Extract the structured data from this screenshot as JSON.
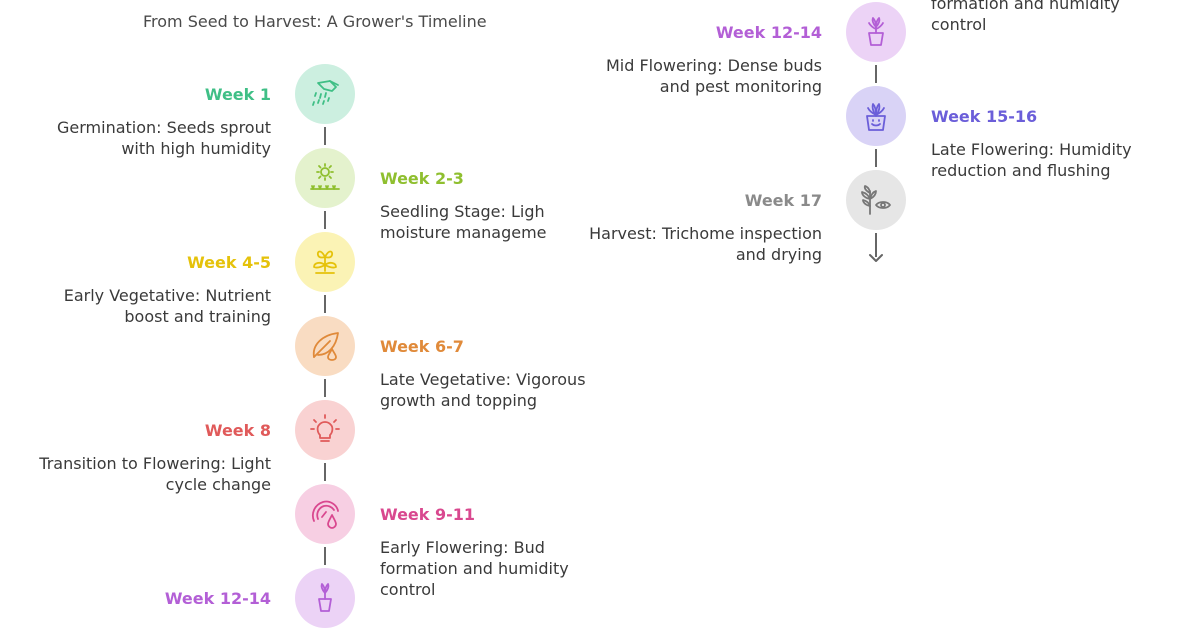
{
  "title": "From Seed to Harvest: A Grower's Timeline",
  "colors": {
    "stage1": "#3fbf86",
    "stage2": "#8fbf2f",
    "stage3": "#e5c20b",
    "stage4": "#e08a3a",
    "stage5": "#e05a5a",
    "stage6": "#d9488f",
    "stage7": "#b35fd6",
    "stage8": "#6b5ed9",
    "stage9": "#8a8a8a"
  },
  "stages": [
    {
      "week": "Week 1",
      "line1": "Germination: Seeds sprout",
      "line2": "with high humidity",
      "icon": "watering-can-icon"
    },
    {
      "week": "Week 2-3",
      "line1": "Seedling Stage: Ligh",
      "line2": "moisture manageme",
      "icon": "sun-sprout-icon"
    },
    {
      "week": "Week 4-5",
      "line1": "Early Vegetative: Nutrient",
      "line2": "boost and training",
      "icon": "sprout-icon"
    },
    {
      "week": "Week 6-7",
      "line1": "Late Vegetative: Vigorous",
      "line2": "growth and topping",
      "icon": "leaf-drop-icon"
    },
    {
      "week": "Week 8",
      "line1": "Transition to Flowering: Light",
      "line2": "cycle change",
      "icon": "light-bulb-icon"
    },
    {
      "week": "Week 9-11",
      "line1": "Early Flowering: Bud",
      "line2": "formation and humidity",
      "line3": "control",
      "icon": "gauge-drop-icon"
    },
    {
      "week": "Week 12-14",
      "line1": "Mid Flowering: Dense buds",
      "line2": "and pest monitoring",
      "icon": "potted-flower-icon"
    },
    {
      "week": "Week 15-16",
      "line1": "Late Flowering: Humidity",
      "line2": "reduction and flushing",
      "icon": "smiling-pot-icon"
    },
    {
      "week": "Week 17",
      "line1": "Harvest: Trichome inspection",
      "line2": "and drying",
      "icon": "plant-eye-icon"
    }
  ],
  "partial": {
    "top_line1": "formation and humidity",
    "top_line2": "control",
    "bottom_week": "Week 12-14"
  }
}
